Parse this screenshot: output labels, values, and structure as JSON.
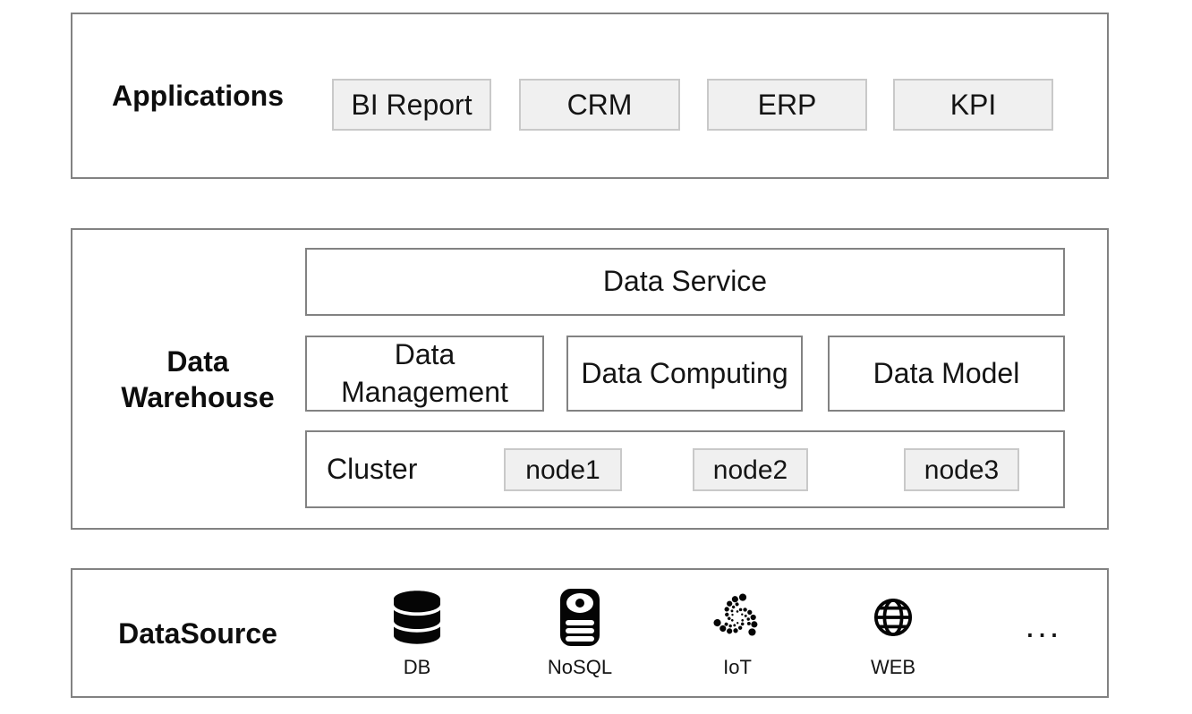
{
  "colors": {
    "section_border": "#828282",
    "chip_bg": "#f0f0f0",
    "chip_border": "#c9c9c9",
    "text": "#141414",
    "icon": "#050505"
  },
  "sections": {
    "applications": {
      "label": "Applications",
      "items": [
        {
          "label": "BI Report"
        },
        {
          "label": "CRM"
        },
        {
          "label": "ERP"
        },
        {
          "label": "KPI"
        }
      ]
    },
    "warehouse": {
      "label": "Data Warehouse",
      "service": {
        "label": "Data Service"
      },
      "modules": [
        {
          "label": "Data Management"
        },
        {
          "label": "Data Computing"
        },
        {
          "label": "Data Model"
        }
      ],
      "cluster": {
        "label": "Cluster",
        "nodes": [
          {
            "label": "node1"
          },
          {
            "label": "node2"
          },
          {
            "label": "node3"
          }
        ]
      }
    },
    "datasource": {
      "label": "DataSource",
      "items": [
        {
          "label": "DB",
          "icon": "database-icon"
        },
        {
          "label": "NoSQL",
          "icon": "disk-stack-icon"
        },
        {
          "label": "IoT",
          "icon": "iot-dots-icon"
        },
        {
          "label": "WEB",
          "icon": "globe-icon"
        }
      ],
      "more": "..."
    }
  }
}
